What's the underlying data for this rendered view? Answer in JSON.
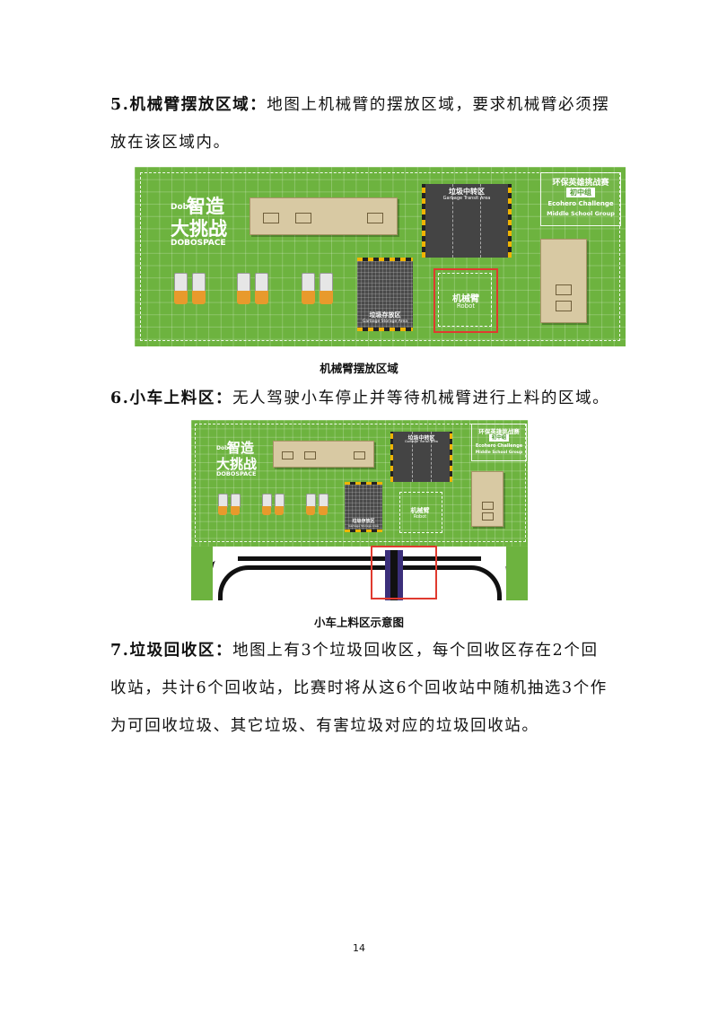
{
  "sections": [
    {
      "heading": "5.机械臂摆放区域：",
      "body": "地图上机械臂的摆放区域，要求机械臂必须摆放在该区域内。"
    },
    {
      "heading": "6.小车上料区：",
      "body": "无人驾驶小车停止并等待机械臂进行上料的区域。"
    },
    {
      "heading": "7.垃圾回收区：",
      "body": "地图上有3个垃圾回收区，每个回收区存在2个回收站，共计6个回收站，比赛时将从这6个回收站中随机抽选3个作为可回收垃圾、其它垃圾、有害垃圾对应的垃圾回收站。"
    }
  ],
  "figures": [
    {
      "caption": "机械臂摆放区域",
      "logo_main": "智造",
      "logo_main2": "大挑战",
      "logo_dobot": "Dobot",
      "logo_sub": "DOBOSPACE",
      "event_title": "环保英雄挑战赛",
      "event_group": "初中组",
      "event_en1": "Ecohero Challenge",
      "event_en2": "Middle School Group",
      "transit_cn": "垃圾中转区",
      "transit_en": "Garbage Transit Area",
      "storage_cn": "垃圾存放区",
      "storage_en": "Garbage Storage Area",
      "robot_cn": "机械臂",
      "robot_en": "Robot"
    },
    {
      "caption": "小车上料区示意图",
      "logo_main": "智造",
      "logo_main2": "大挑战",
      "logo_dobot": "Dobot",
      "logo_sub": "DOBOSPACE",
      "event_title": "环保英雄挑战赛",
      "event_group": "初中组",
      "event_en1": "Ecohero Challenge",
      "event_en2": "Middle School Group",
      "transit_cn": "垃圾中转区",
      "transit_en": "Garbage Transit Area",
      "storage_cn": "垃圾存放区",
      "storage_en": "Garbage Storage Area",
      "robot_cn": "机械臂",
      "robot_en": "Robot"
    }
  ],
  "colors": {
    "map_green": "#6db33f",
    "highlight_red": "#e03a2f",
    "hazard_yellow": "#f0b400",
    "lane_purple": "#3b2f7a"
  },
  "page_number": "14"
}
